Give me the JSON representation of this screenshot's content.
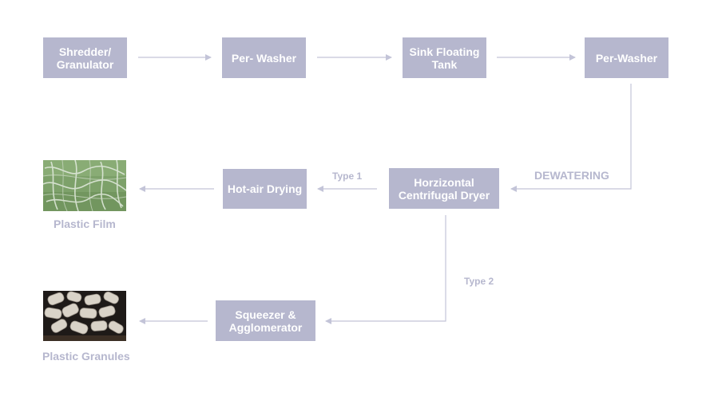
{
  "nodes": {
    "shredder": "Shredder/\nGranulator",
    "prewasher1": "Per- Washer",
    "sink_tank": "Sink Floating\nTank",
    "prewasher2": "Per-Washer",
    "centrifugal_dryer": "Horzizontal\nCentrifugal Dryer",
    "hot_air_drying": "Hot-air Drying",
    "squeezer": "Squeezer &\nAgglomerator"
  },
  "edge_labels": {
    "dewatering": "DEWATERING",
    "type1": "Type 1",
    "type2": "Type 2"
  },
  "outputs": {
    "film": "Plastic Film",
    "granules": "Plastic Granules"
  },
  "colors": {
    "box": "#b6b7ce",
    "connector": "#c3c4d8",
    "text_light": "#b6b7ce"
  }
}
